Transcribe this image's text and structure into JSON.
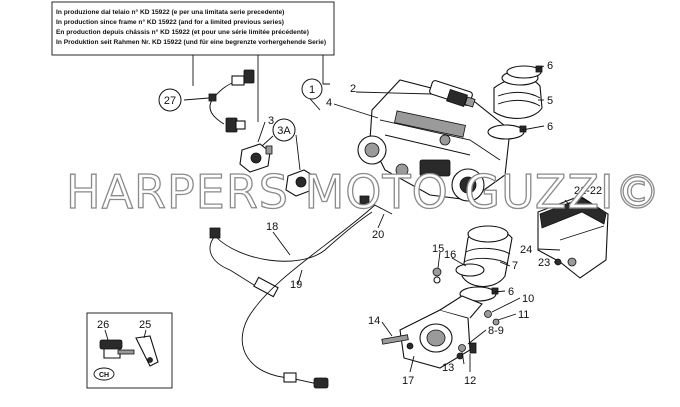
{
  "notice_lines": [
    "In produzione dal telaio n° KD 15922 (e per una limitata serie precedente)",
    "In production since frame n° KD 15922 (and for a limited previous series)",
    "En production depuis châssis n° KD 15922 (et pour une série limitée précédente)",
    "In Produktion seit Rahmen Nr. KD 15922 (und für eine begrenzte vorhergehende Serie)"
  ],
  "watermark": "HARPERS MOTO GUZZI©",
  "circled_labels": {
    "ref_1": "1",
    "ref_27": "27",
    "ref_3a": "3A"
  },
  "inset_badge": "CH",
  "callouts": [
    {
      "id": "c1",
      "text": "1"
    },
    {
      "id": "c2",
      "text": "2"
    },
    {
      "id": "c3",
      "text": "3"
    },
    {
      "id": "c4",
      "text": "4"
    },
    {
      "id": "c5",
      "text": "5"
    },
    {
      "id": "c6a",
      "text": "6"
    },
    {
      "id": "c6b",
      "text": "6"
    },
    {
      "id": "c6c",
      "text": "6"
    },
    {
      "id": "c7",
      "text": "7"
    },
    {
      "id": "c89",
      "text": "8-9"
    },
    {
      "id": "c10",
      "text": "10"
    },
    {
      "id": "c11",
      "text": "11"
    },
    {
      "id": "c12",
      "text": "12"
    },
    {
      "id": "c13",
      "text": "13"
    },
    {
      "id": "c14",
      "text": "14"
    },
    {
      "id": "c15",
      "text": "15"
    },
    {
      "id": "c16",
      "text": "16"
    },
    {
      "id": "c17",
      "text": "17"
    },
    {
      "id": "c18",
      "text": "18"
    },
    {
      "id": "c19",
      "text": "19"
    },
    {
      "id": "c20",
      "text": "20"
    },
    {
      "id": "c2122",
      "text": "21-22"
    },
    {
      "id": "c23",
      "text": "23"
    },
    {
      "id": "c24",
      "text": "24"
    },
    {
      "id": "c25",
      "text": "25"
    },
    {
      "id": "c26",
      "text": "26"
    }
  ]
}
